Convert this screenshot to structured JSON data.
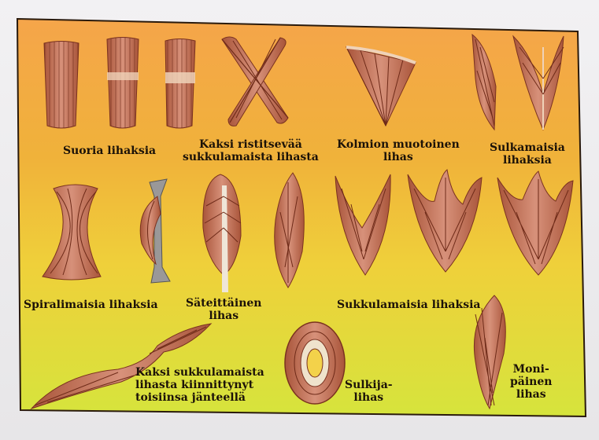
{
  "labels": {
    "suoria": [
      "Suoria lihaksia"
    ],
    "kaksi_risti": [
      "Kaksi ristitsevää",
      "sukkulamaista lihasta"
    ],
    "kolmio": [
      "Kolmion muotoinen",
      "lihas"
    ],
    "sulkamaisia": [
      "Sulkamaisia",
      "lihaksia"
    ],
    "spiraali": [
      "Spiralimaisia lihaksia"
    ],
    "sateittainen": [
      "Säteittäinen",
      "lihas"
    ],
    "sukkula": [
      "Sukkulamaisia lihaksia"
    ],
    "kaksi_sukkula": [
      "Kaksi sukkulamaista",
      "lihasta kiinnittynyt",
      "toisiinsa jänteellä"
    ],
    "sulkija": [
      "Sulkija-",
      "lihas"
    ],
    "moni": [
      "Moni-",
      "päinen",
      "lihas"
    ]
  },
  "colors": {
    "plate_top": "#f5a54a",
    "plate_mid": "#f2c23c",
    "plate_bottom": "#d8e43a",
    "muscle_fill": "#c77a5e",
    "muscle_light": "#efd2b8",
    "fiber": "#6e2a18",
    "bone": "#9a9898",
    "text": "#1c1208"
  }
}
